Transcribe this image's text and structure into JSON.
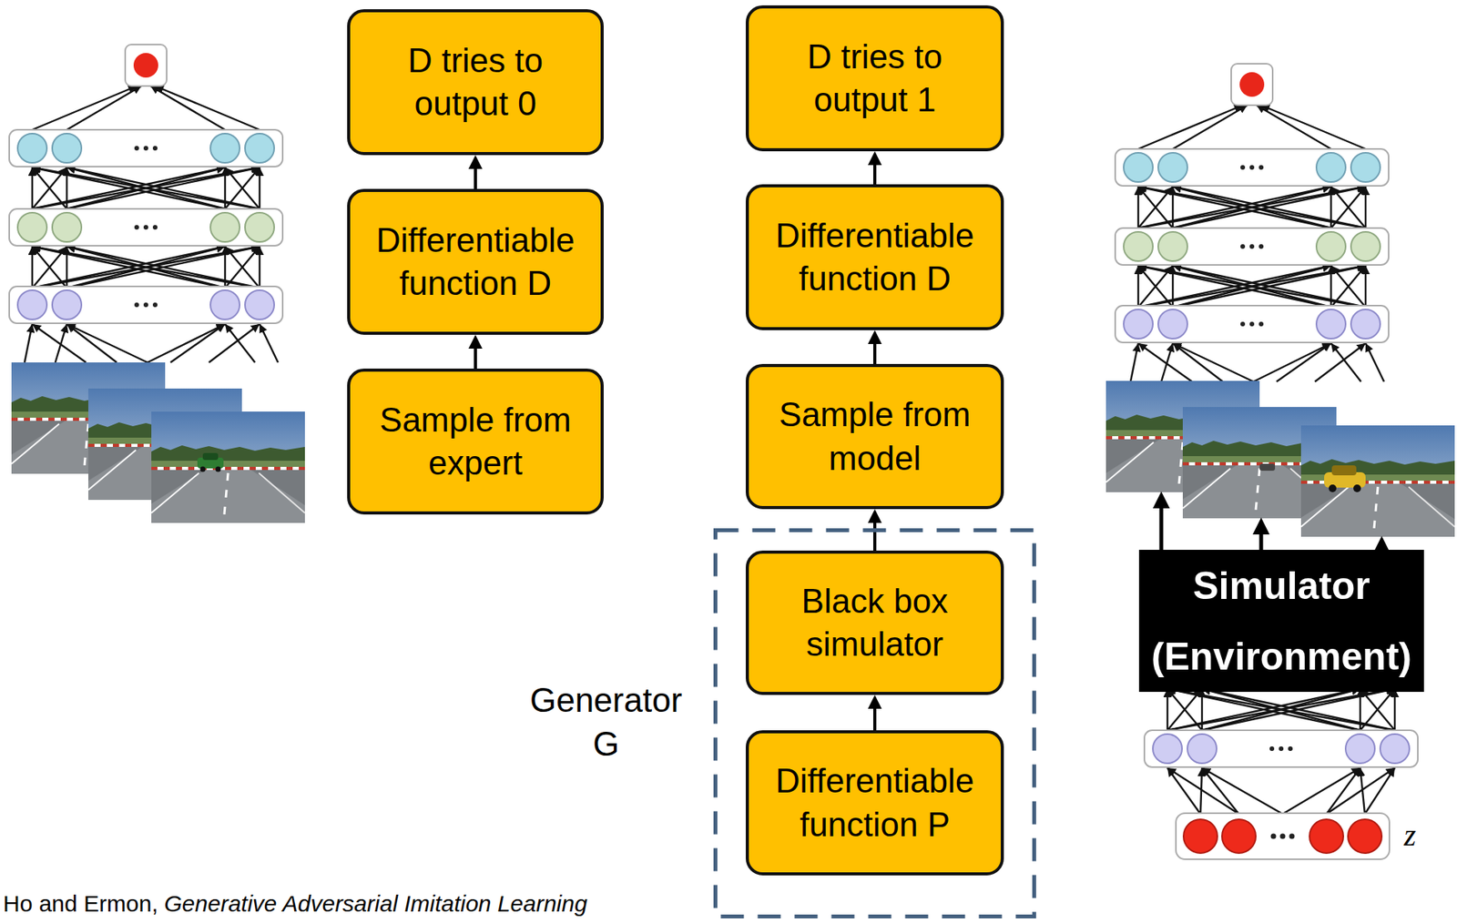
{
  "diagram": {
    "nodes": [
      {
        "text": [
          "D tries to output 0"
        ]
      },
      {
        "text": [
          "Differentiable function D"
        ]
      },
      {
        "text": [
          "Sample from expert"
        ]
      },
      {
        "text": [
          "D tries to output 1"
        ]
      },
      {
        "text": [
          "Differentiable function D"
        ]
      },
      {
        "text": [
          "Sample from model"
        ]
      },
      {
        "text": [
          "Generator G"
        ]
      },
      {
        "text": [
          "Black box simulator"
        ],
        "in": 6
      },
      {
        "text": [
          "Differentiable function P"
        ],
        "in": 6
      },
      {
        "text": [
          "Simulator (Environment)"
        ]
      }
    ],
    "edges": [
      {
        "from": 2,
        "to": 1,
        "arrow": "to"
      },
      {
        "from": 1,
        "to": 0,
        "arrow": "to"
      },
      {
        "from": 8,
        "to": 7,
        "arrow": "to"
      },
      {
        "from": 7,
        "to": 5,
        "arrow": "to"
      },
      {
        "from": 5,
        "to": 4,
        "arrow": "to"
      },
      {
        "from": 4,
        "to": 3,
        "arrow": "to"
      }
    ],
    "labels": [
      "Ho and Ermon,",
      "Generative Adversarial Imitation Learning",
      "z"
    ]
  }
}
